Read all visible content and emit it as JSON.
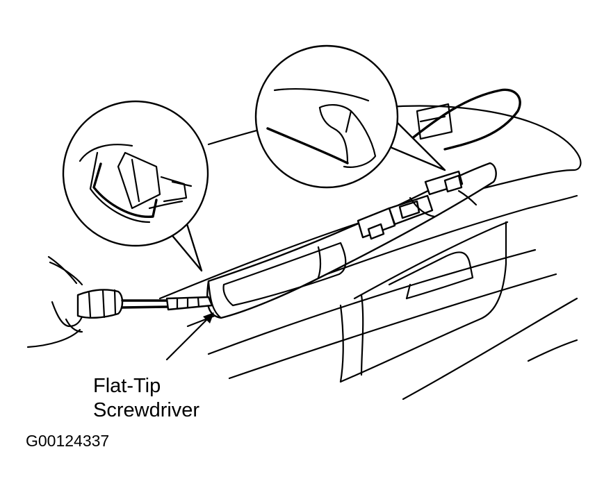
{
  "labels": {
    "tool_line1": "Flat-Tip",
    "tool_line2": "Screwdriver",
    "figure_id": "G00124337"
  }
}
